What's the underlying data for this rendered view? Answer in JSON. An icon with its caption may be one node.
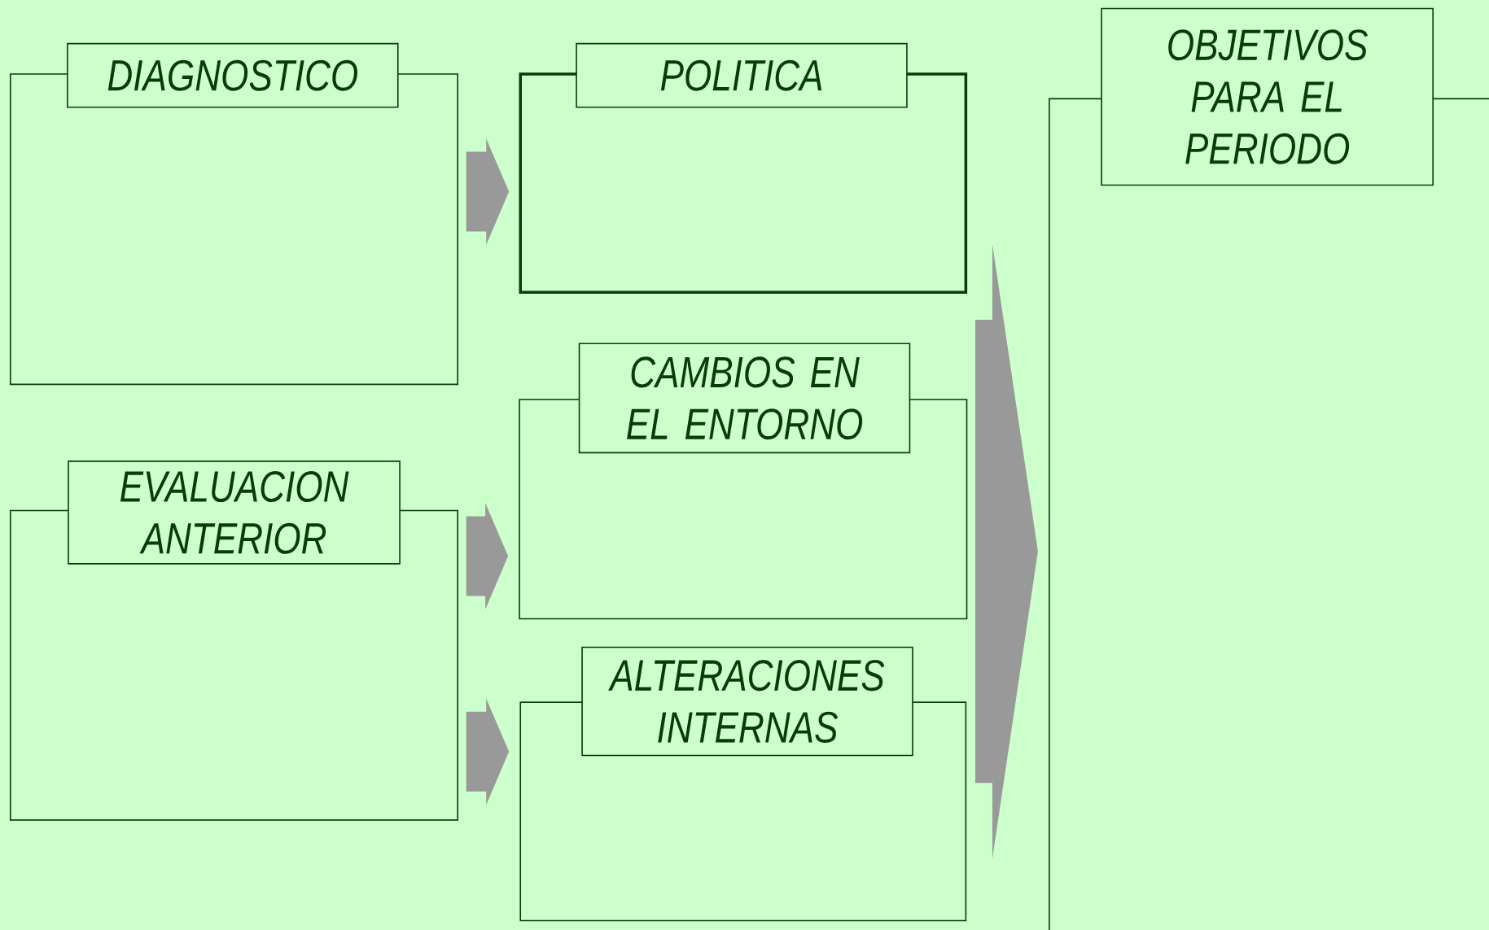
{
  "diagram": {
    "nodes": [
      {
        "text": [
          "DIAGNOSTICO"
        ]
      },
      {
        "text": [
          "EVALUACION ANTERIOR"
        ]
      },
      {
        "text": [
          "POLITICA"
        ]
      },
      {
        "text": [
          "CAMBIOS EN EL ENTORNO"
        ]
      },
      {
        "text": [
          "ALTERACIONES INTERNAS"
        ]
      },
      {
        "text": [
          "OBJETIVOS PARA EL PERIODO"
        ]
      }
    ],
    "edges": [
      {
        "from": 0,
        "to": 2,
        "arrow": "to"
      },
      {
        "from": 1,
        "to": 3,
        "arrow": "to"
      },
      {
        "from": 1,
        "to": 4,
        "arrow": "to"
      },
      {
        "from": 2,
        "to": 5,
        "arrow": "to"
      },
      {
        "from": 3,
        "to": 5,
        "arrow": "to"
      },
      {
        "from": 4,
        "to": 5,
        "arrow": "to"
      }
    ]
  }
}
